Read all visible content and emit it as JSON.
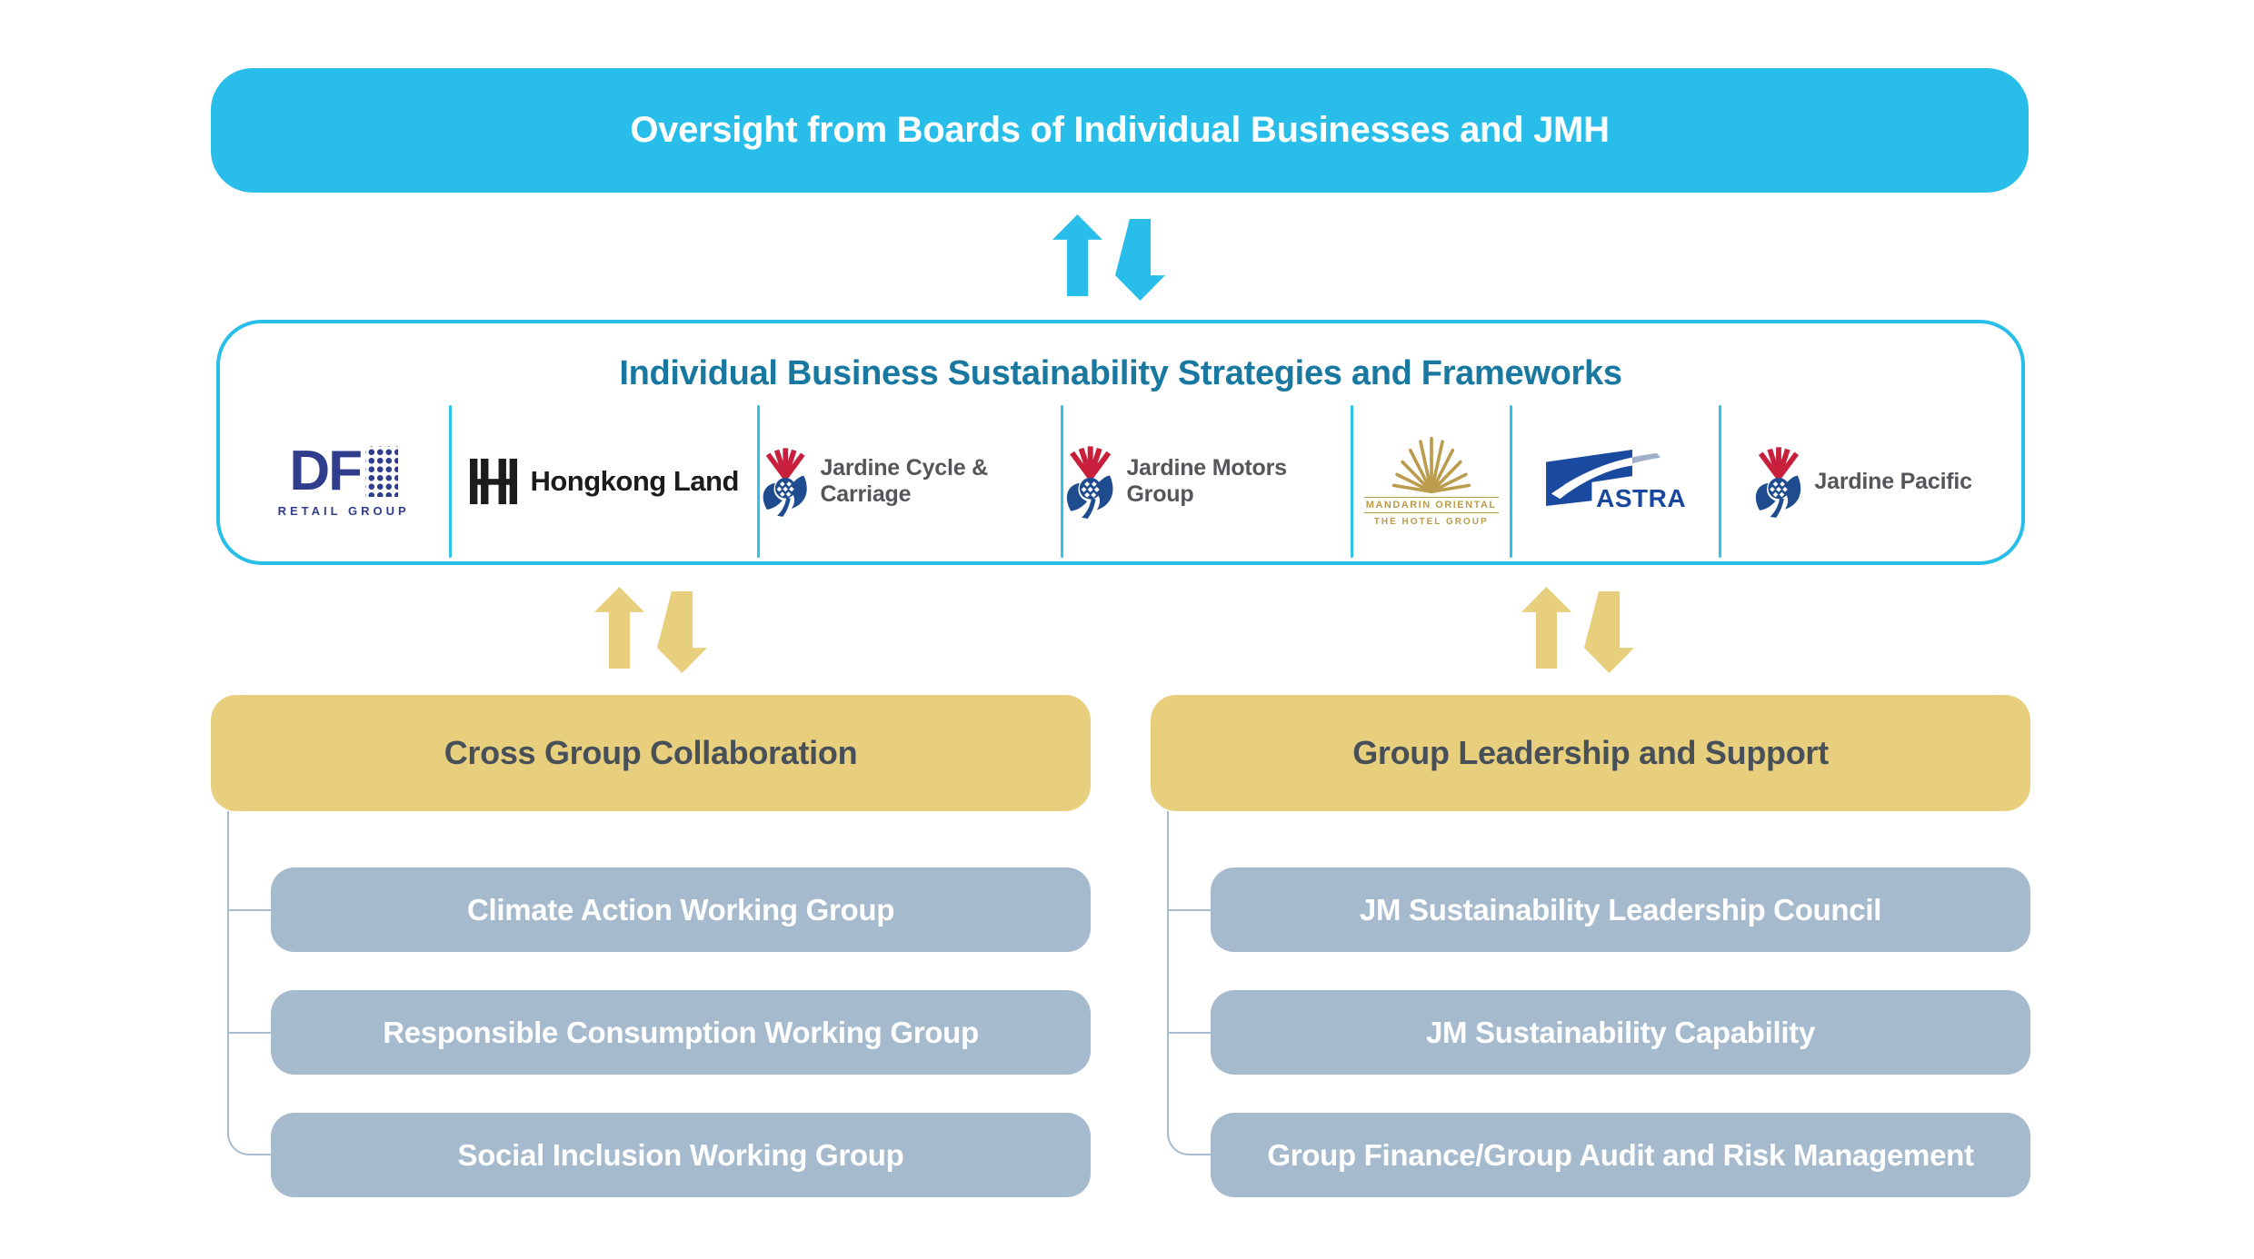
{
  "colors": {
    "cyan": "#29BEE9",
    "teal_title": "#1878A0",
    "gold": "#E7CF7D",
    "slate_box": "#A6BACE",
    "connector": "#A9BDD1",
    "header_text": "#475059",
    "dfi_navy": "#2F3D8C",
    "thistle_navy": "#1F4B8F",
    "thistle_red": "#C8203C",
    "mo_gold": "#BB9C4D",
    "astra_blue": "#17479E",
    "hkl_black": "#1C1C1C"
  },
  "top_banner": {
    "label": "Oversight from Boards of Individual Businesses and JMH"
  },
  "strategies_panel": {
    "title": "Individual Business Sustainability Strategies and Frameworks",
    "logos": {
      "dfi": {
        "word": "DF",
        "caption": "RETAIL GROUP"
      },
      "hongkong_land": {
        "name": "Hongkong Land"
      },
      "jardine_cycle_carriage": {
        "name": "Jardine Cycle & Carriage"
      },
      "jardine_motors": {
        "name": "Jardine Motors Group"
      },
      "mandarin_oriental": {
        "line1": "MANDARIN ORIENTAL",
        "line2": "THE HOTEL GROUP"
      },
      "astra": {
        "name": "ASTRA"
      },
      "jardine_pacific": {
        "name": "Jardine Pacific"
      }
    }
  },
  "cross_group": {
    "header": "Cross Group Collaboration",
    "items": [
      {
        "label": "Climate Action Working Group"
      },
      {
        "label": "Responsible Consumption Working Group"
      },
      {
        "label": "Social Inclusion Working Group"
      }
    ]
  },
  "leadership_group": {
    "header": "Group Leadership and Support",
    "items": [
      {
        "label": "JM Sustainability Leadership Council"
      },
      {
        "label": "JM Sustainability Capability"
      },
      {
        "label": "Group Finance/Group Audit and Risk Management"
      }
    ]
  }
}
